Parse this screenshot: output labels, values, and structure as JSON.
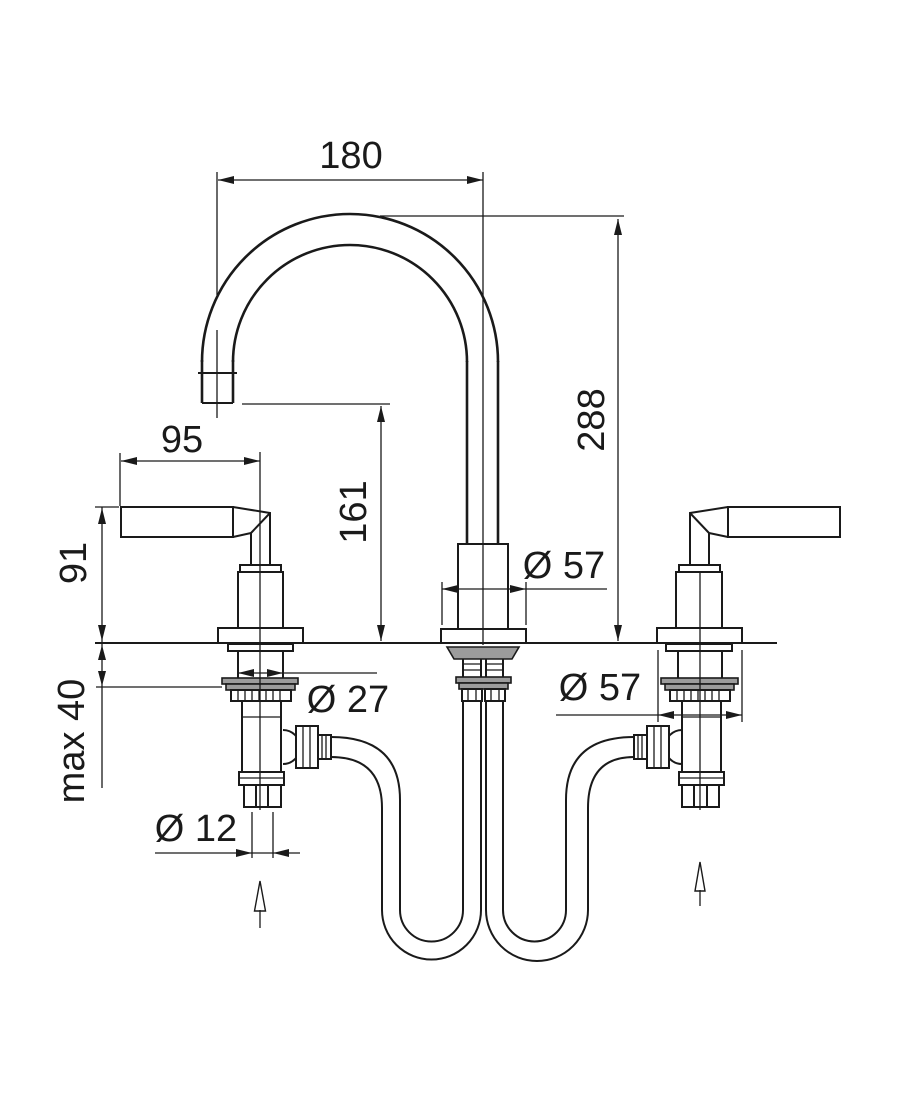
{
  "drawing": {
    "type": "technical-dimension-drawing",
    "subject": "three-hole basin mixer faucet with swan-neck spout, two lever handles and flexible inlet hoses",
    "background": "#ffffff",
    "line_color": "#1a1a1a",
    "washer_fill": "#9c9c9c",
    "labels": {
      "spout_reach": "180",
      "total_height": "288",
      "handle_length": "95",
      "outlet_height": "161",
      "handle_height": "91",
      "max_deck_thickness": "max 40",
      "center_base_dia": "Ø 57",
      "side_base_dia": "Ø 57",
      "shank_dia": "Ø 27",
      "inlet_dia": "Ø 12"
    }
  }
}
